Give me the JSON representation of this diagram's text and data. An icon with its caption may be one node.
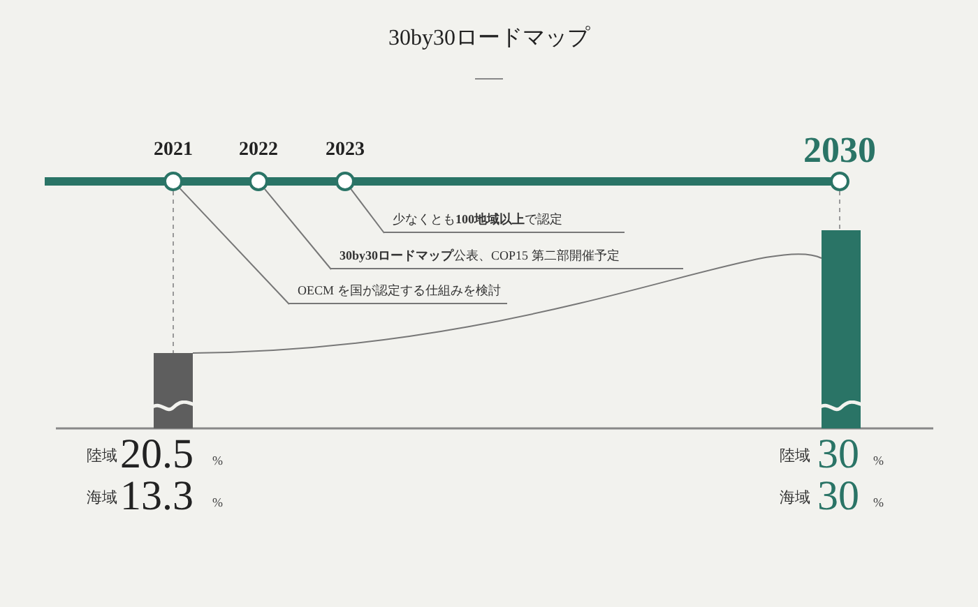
{
  "diagram": {
    "title": "30by30ロードマップ",
    "nodes": [
      {
        "text": [],
        "shape": "circle",
        "beside": [
          "2021"
        ]
      },
      {
        "text": [],
        "shape": "circle",
        "beside": [
          "2022"
        ]
      },
      {
        "text": [],
        "shape": "circle",
        "beside": [
          "2023"
        ]
      },
      {
        "text": [],
        "shape": "circle",
        "beside": [
          "2030"
        ]
      },
      {
        "text": [
          "少なくとも**100地域以上**で認定"
        ]
      },
      {
        "text": [
          "**30by30ロードマップ**公表、COP15 第二部開催予定"
        ]
      },
      {
        "text": [
          "OECM を国が認定する仕組みを検討"
        ]
      },
      {
        "text": [],
        "shape": "bar"
      },
      {
        "text": [],
        "shape": "bar"
      }
    ],
    "edges": [
      {
        "from": 2,
        "to": 4,
        "arrow": "none"
      },
      {
        "from": 1,
        "to": 5,
        "arrow": "none"
      },
      {
        "from": 0,
        "to": 6,
        "arrow": "none"
      },
      {
        "from": 0,
        "to": 7,
        "arrow": "none",
        "style": "dashed"
      },
      {
        "from": 3,
        "to": 8,
        "arrow": "none",
        "style": "dashed"
      },
      {
        "from": 7,
        "to": 8,
        "arrow": "none"
      }
    ],
    "labels": [
      "陸域",
      "20.5",
      "%",
      "陸域",
      "30",
      "%",
      "海域",
      "13.3",
      "%",
      "海域",
      "30",
      "%"
    ]
  }
}
